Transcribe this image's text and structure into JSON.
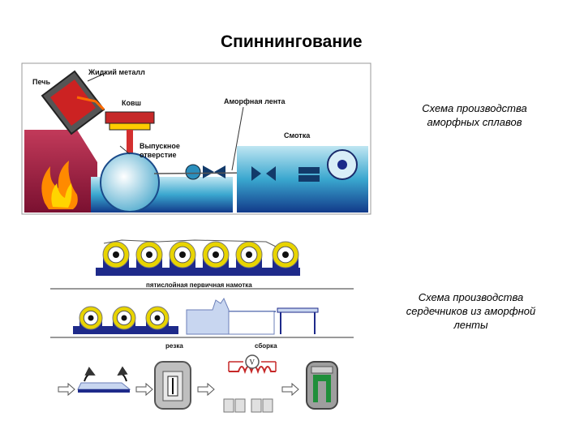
{
  "title": "Спиннингование",
  "diagram1": {
    "caption": "Схема производства аморфных сплавов",
    "labels": {
      "furnace": "Печь",
      "liquid_metal": "Жидкий металл",
      "ladle": "Ковш",
      "amorphous_ribbon": "Аморфная лента",
      "nozzle": "Выпускное отверстие",
      "winding": "Смотка"
    }
  },
  "diagram2": {
    "caption": "Схема производства сердечников из аморфной ленты",
    "labels": {
      "five_layer_winding": "пятислойная первичная намотка",
      "cutting": "резка",
      "assembly": "сборка"
    },
    "meter_symbol": "V"
  },
  "colors": {
    "navy": "#1a1a80",
    "cyan": "#29b6d8",
    "red": "#cc2222",
    "yellow": "#e8d400",
    "green": "#1f8f3a"
  }
}
